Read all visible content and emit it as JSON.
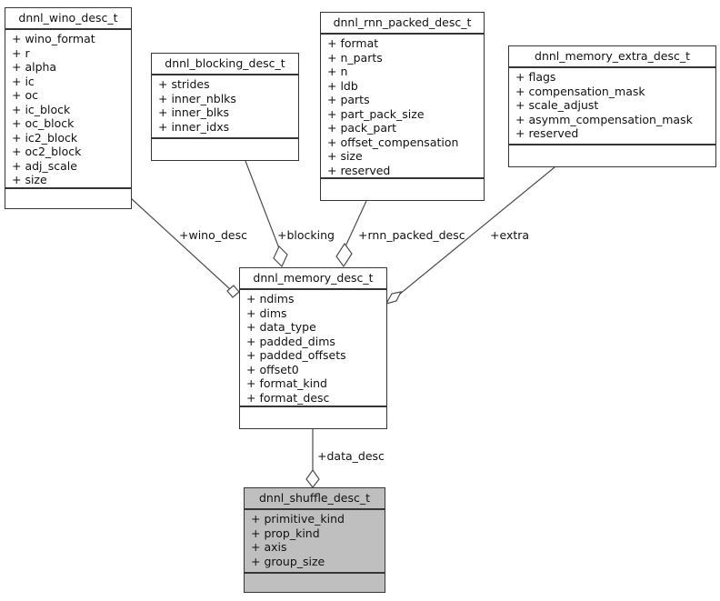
{
  "diagram": {
    "kind": "uml-collaboration-diagram",
    "colors": {
      "background": "#ffffff",
      "node_fill": "#ffffff",
      "highlight_node_fill": "#bfbfbf",
      "node_border": "#353535",
      "edge_line": "#4d4d4d",
      "text": "#111111"
    }
  },
  "classes": [
    {
      "id": "wino",
      "title": "dnnl_wino_desc_t",
      "fields": [
        "+ wino_format",
        "+ r",
        "+ alpha",
        "+ ic",
        "+ oc",
        "+ ic_block",
        "+ oc_block",
        "+ ic2_block",
        "+ oc2_block",
        "+ adj_scale",
        "+ size"
      ]
    },
    {
      "id": "blocking",
      "title": "dnnl_blocking_desc_t",
      "fields": [
        "+ strides",
        "+ inner_nblks",
        "+ inner_blks",
        "+ inner_idxs"
      ]
    },
    {
      "id": "rnn_packed",
      "title": "dnnl_rnn_packed_desc_t",
      "fields": [
        "+ format",
        "+ n_parts",
        "+ n",
        "+ ldb",
        "+ parts",
        "+ part_pack_size",
        "+ pack_part",
        "+ offset_compensation",
        "+ size",
        "+ reserved"
      ]
    },
    {
      "id": "memory_extra",
      "title": "dnnl_memory_extra_desc_t",
      "fields": [
        "+ flags",
        "+ compensation_mask",
        "+ scale_adjust",
        "+ asymm_compensation_mask",
        "+ reserved"
      ]
    },
    {
      "id": "memory",
      "title": "dnnl_memory_desc_t",
      "fields": [
        "+ ndims",
        "+ dims",
        "+ data_type",
        "+ padded_dims",
        "+ padded_offsets",
        "+ offset0",
        "+ format_kind",
        "+ format_desc"
      ]
    },
    {
      "id": "shuffle",
      "title": "dnnl_shuffle_desc_t",
      "highlighted": true,
      "fields": [
        "+ primitive_kind",
        "+ prop_kind",
        "+ axis",
        "+ group_size"
      ]
    }
  ],
  "edges": [
    {
      "id": "wino_desc",
      "label": "+wino_desc",
      "from": "dnnl_wino_desc_t",
      "to": "dnnl_memory_desc_t",
      "style": "aggregation"
    },
    {
      "id": "blocking",
      "label": "+blocking",
      "from": "dnnl_blocking_desc_t",
      "to": "dnnl_memory_desc_t",
      "style": "aggregation"
    },
    {
      "id": "rnn_packed_desc",
      "label": "+rnn_packed_desc",
      "from": "dnnl_rnn_packed_desc_t",
      "to": "dnnl_memory_desc_t",
      "style": "aggregation"
    },
    {
      "id": "extra",
      "label": "+extra",
      "from": "dnnl_memory_extra_desc_t",
      "to": "dnnl_memory_desc_t",
      "style": "aggregation"
    },
    {
      "id": "data_desc",
      "label": "+data_desc",
      "from": "dnnl_memory_desc_t",
      "to": "dnnl_shuffle_desc_t",
      "style": "aggregation"
    }
  ]
}
